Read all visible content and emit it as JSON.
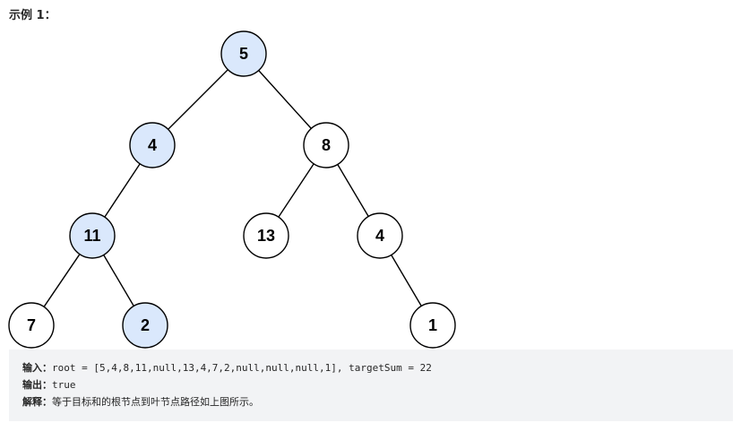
{
  "example": {
    "title": "示例 1："
  },
  "tree": {
    "nodes": [
      {
        "id": "n5",
        "label": "5",
        "highlighted": true
      },
      {
        "id": "n4a",
        "label": "4",
        "highlighted": true
      },
      {
        "id": "n8",
        "label": "8",
        "highlighted": false
      },
      {
        "id": "n11",
        "label": "11",
        "highlighted": true
      },
      {
        "id": "n13",
        "label": "13",
        "highlighted": false
      },
      {
        "id": "n4b",
        "label": "4",
        "highlighted": false
      },
      {
        "id": "n7",
        "label": "7",
        "highlighted": false
      },
      {
        "id": "n2",
        "label": "2",
        "highlighted": true
      },
      {
        "id": "n1",
        "label": "1",
        "highlighted": false
      }
    ],
    "edges": [
      [
        "n5",
        "n4a"
      ],
      [
        "n5",
        "n8"
      ],
      [
        "n4a",
        "n11"
      ],
      [
        "n8",
        "n13"
      ],
      [
        "n8",
        "n4b"
      ],
      [
        "n11",
        "n7"
      ],
      [
        "n11",
        "n2"
      ],
      [
        "n4b",
        "n1"
      ]
    ],
    "colors": {
      "highlight_fill": "#dae8fc",
      "default_fill": "#ffffff",
      "stroke": "#000000",
      "text": "#000000"
    }
  },
  "code": {
    "input_label": "输入：",
    "input_value": "root = [5,4,8,11,null,13,4,7,2,null,null,null,1], targetSum = 22",
    "output_label": "输出：",
    "output_value": "true",
    "explanation_label": "解释：",
    "explanation_value": "等于目标和的根节点到叶节点路径如上图所示。"
  }
}
